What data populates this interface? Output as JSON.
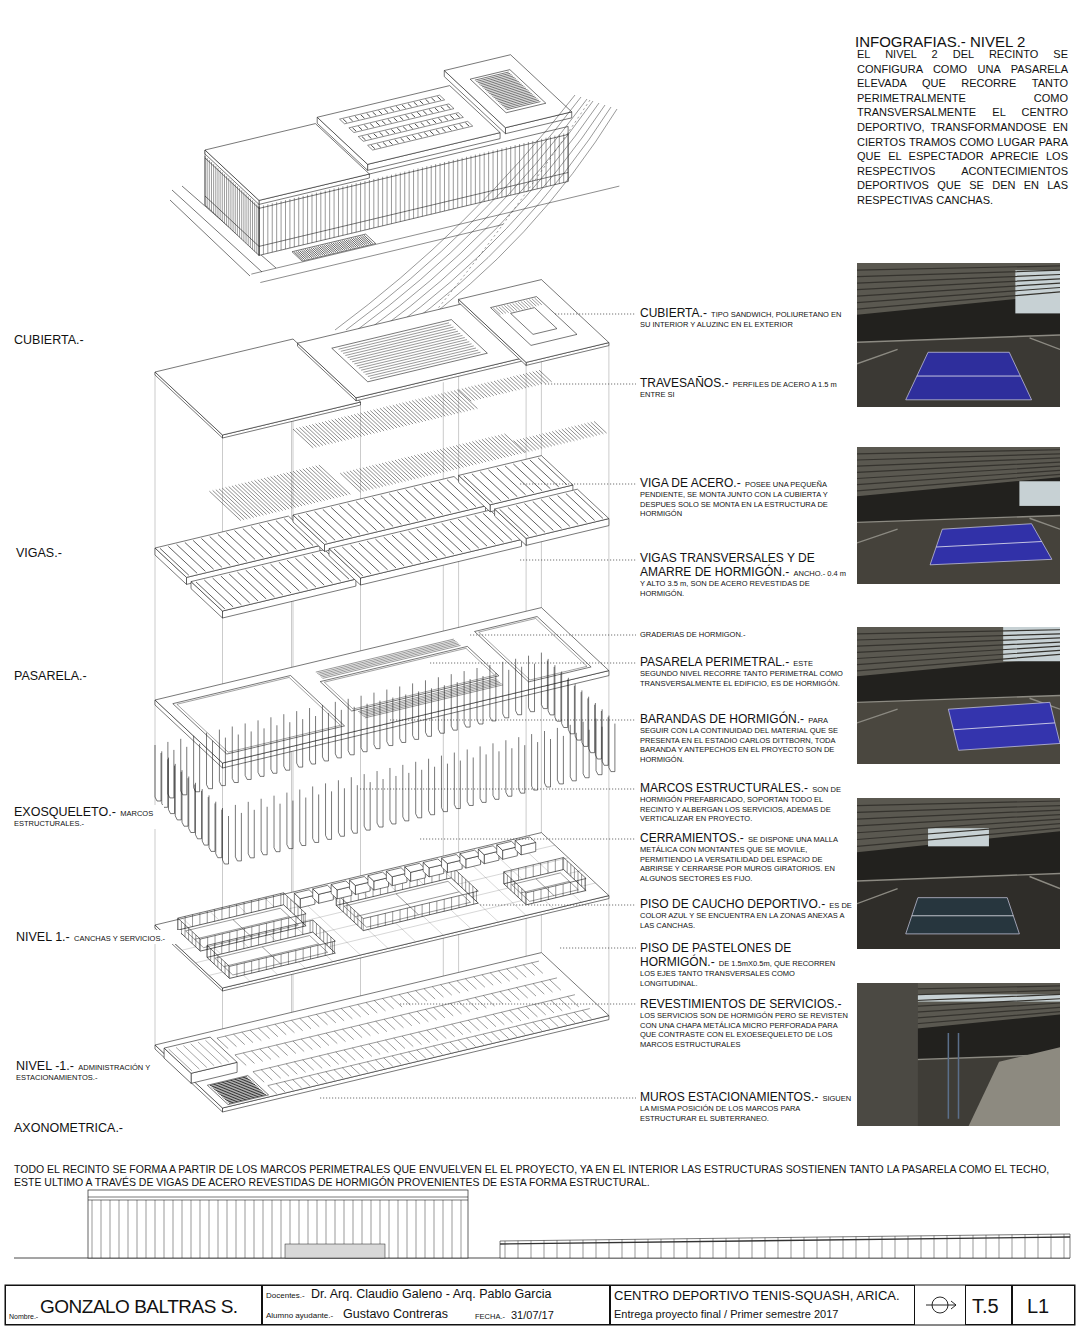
{
  "diagram": {
    "title": "INFOGRAFIAS.- NIVEL 2",
    "caption": "TODO EL RECINTO SE FORMA A PARTIR DE LOS MARCOS PERIMETRALES QUE ENVUELVEN EL EL PROYECTO, YA EN EL INTERIOR LAS ESTRUCTURAS SOSTIENEN TANTO LA PASARELA COMO EL TECHO, ESTE ULTIMO A TRAVÉS DE VIGAS DE ACERO REVESTIDAS DE HORMIGÓN PROVENIENTES DE ESTA FORMA ESTRUCTURAL.",
    "nodes": [
      {
        "text": [
          "Nombre.-",
          "GONZALO BALTRAS S."
        ]
      },
      {
        "text": [
          "Docentes.-",
          "Dr. Arq. Claudio Galeno - Arq. Pablo Garcia",
          "Alumno ayudante.-",
          "Gustavo Contreras",
          "FECHA.-",
          "31/07/17"
        ]
      },
      {
        "text": [
          "CENTRO DEPORTIVO TENIS-SQUASH, ARICA.",
          "Entrega proyecto final / Primer semestre 2017"
        ]
      },
      {
        "text": [
          "T.5"
        ]
      },
      {
        "text": [
          "L1"
        ]
      }
    ],
    "labels": [
      "EL NIVEL 2 DEL RECINTO SE CONFIGURA COMO UNA PASARELA ELEVADA QUE RECORRE TANTO PERIMETRALMENTE COMO TRANSVERSALMENTE EL CENTRO DEPORTIVO, TRANSFORMANDOSE EN CIERTOS TRAMOS COMO LUGAR PARA QUE EL ESPECTADOR APRECIE LOS RESPECTIVOS ACONTECIMIENTOS DEPORTIVOS QUE SE DEN EN LAS RESPECTIVAS CANCHAS.",
      "CUBIERTA.-",
      "VIGAS.-",
      "PASARELA.-",
      "EXOSQUELETO.-",
      "MARCOS ESTRUCTURALES.-",
      "NIVEL 1.-",
      "CANCHAS Y SERVICIOS.-",
      "NIVEL -1.-",
      "ADMINISTRACIÓN Y ESTACIONAMIENTOS.-",
      "AXONOMETRICA.-",
      "CUBIERTA.-",
      "TIPO SANDWICH, POLIURETANO EN SU INTERIOR Y ALUZINC EN EL EXTERIOR",
      "TRAVESAÑOS.-",
      "PERFILES DE ACERO A 1.5 m ENTRE SI",
      "VIGA DE ACERO.-",
      "POSEE UNA PEQUEÑA PENDIENTE, SE MONTA JUNTO CON LA CUBIERTA Y DESPUES SOLO SE MONTA EN LA ESTRUCTURA DE HORMIGÓN",
      "VIGAS TRANSVERSALES Y DE AMARRE DE HORMIGÓN.-",
      "ANCHO.- 0.4 m Y ALTO 3.5 m, SON DE ACERO REVESTIDAS DE HORMIGÓN.",
      "GRADERIAS DE HORMIGON.-",
      "PASARELA PERIMETRAL.-",
      "ESTE SEGUNDO NIVEL RECORRE TANTO PERIMETRAL COMO TRANSVERSALMENTE EL EDIFICIO, ES DE HORMIGÓN.",
      "BARANDAS DE HORMIGÓN.-",
      "PARA SEGUIR CON LA CONTINUIDAD DEL MATERIAL QUE SE PRESENTA EN EL ESTADIO CARLOS DITTBORN, TODA BARANDA Y ANTEPECHOS EN EL PROYECTO SON DE HORMIGÓN.",
      "MARCOS ESTRUCTURALES.-",
      "SON DE HORMIGÓN PREFABRICADO, SOPORTAN TODO EL RECINTO Y ALBERGAN LOS SERVICIOS, ADEMAS DE VERTICALIZAR EN PROYECTO.",
      "CERRAMIENTOS.-",
      "SE DISPONE UNA MALLA METÁLICA CON MONTANTES QUE SE MOVILE, PERMITIENDO LA VERSATILIDAD DEL ESPACIO DE ABRIRSE Y CERRARSE POR MUROS GIRATORIOS. EN ALGUNOS SECTORES ES FIJO.",
      "PISO DE CAUCHO DEPORTIVO.-",
      "ES DE COLOR AZUL Y SE ENCUENTRA EN LA ZONAS ANEXAS A LAS CANCHAS.",
      "PISO DE PASTELONES DE HORMIGÓN.-",
      "DE 1.5mX0.5m, QUE RECORREN LOS EJES TANTO TRANSVERSALES COMO LONGITUDINAL.",
      "REVESTIMIENTOS DE SERVICIOS.-",
      "LOS SERVICIOS SON DE HORMIGÓN PERO SE REVISTEN CON UNA CHAPA METÁLICA MICRO PERFORADA PARA QUE CONTRASTE CON EL EXOESEQUELETO DE LOS MARCOS ESTRUCTURALES",
      "MUROS ESTACIONAMIENTOS.-",
      "SIGUEN LA MISMA POSICIÓN DE LOS MARCOS PARA ESTRUCTURAR EL SUBTERRANEO."
    ]
  }
}
